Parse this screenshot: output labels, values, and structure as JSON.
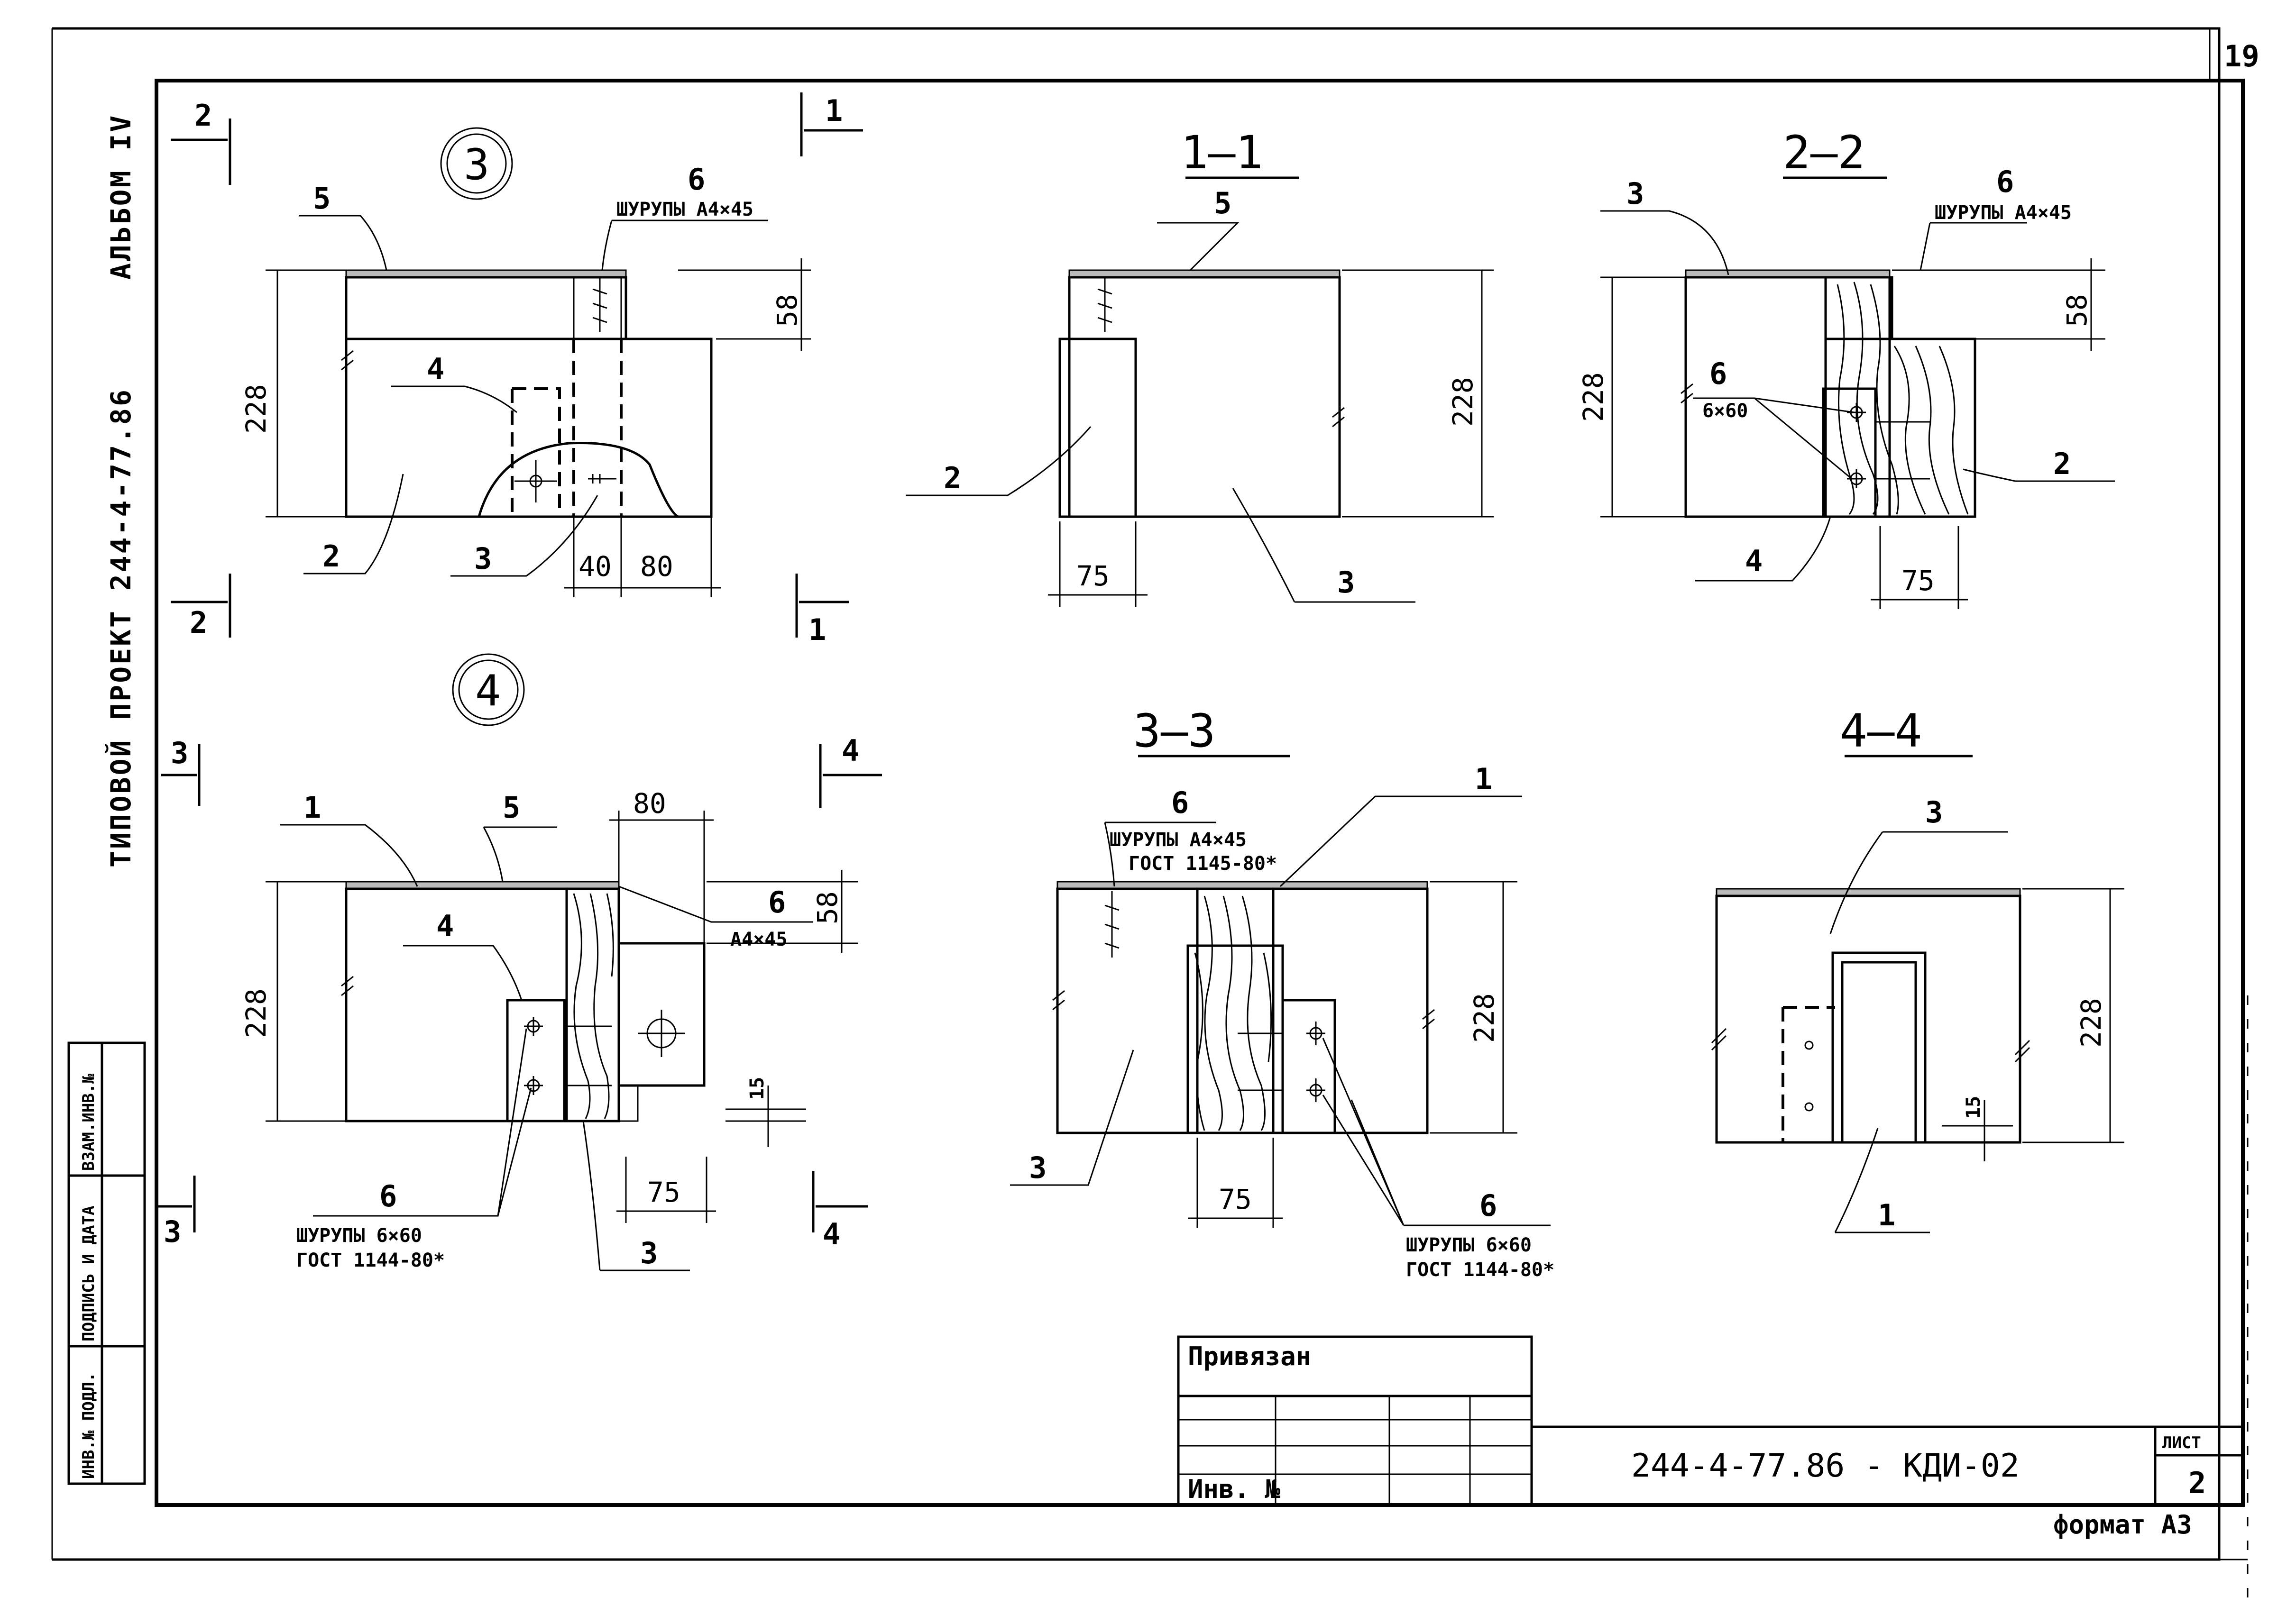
{
  "sheet": {
    "sheet_number": "19",
    "side_title": {
      "album": "АЛЬБОМ IV",
      "project": "ТИПОВОЙ ПРОЕКТ 244-4-77.86"
    },
    "left_strip": {
      "cell1": "ВЗАМ.ИНВ.№",
      "cell2": "ПОДПИСЬ И ДАТА",
      "cell3": "ИНВ.№ ПОДЛ."
    }
  },
  "views": {
    "node3": {
      "circle": "3",
      "section_marks": [
        "2",
        "2",
        "1",
        "1"
      ],
      "labels": {
        "l5": "5",
        "l6": "6",
        "l6_note": "ШУРУПЫ А4×45",
        "l4": "4",
        "l2": "2",
        "l3": "3"
      },
      "dims": {
        "h": "228",
        "top": "58",
        "d40": "40",
        "d80": "80"
      }
    },
    "sec11": {
      "title": "1—1",
      "labels": {
        "l5": "5",
        "l2": "2",
        "l3": "3"
      },
      "dims": {
        "h": "228",
        "w": "75"
      }
    },
    "sec22": {
      "title": "2—2",
      "labels": {
        "l3": "3",
        "l6": "6",
        "l6_note": "ШУРУПЫ А4×45",
        "l6b": "6",
        "l6b_note": "6×60",
        "l2": "2",
        "l4": "4"
      },
      "dims": {
        "h": "228",
        "top": "58",
        "w": "75"
      }
    },
    "node4": {
      "circle": "4",
      "section_marks": [
        "3",
        "3",
        "4",
        "4"
      ],
      "labels": {
        "l1": "1",
        "l5": "5",
        "l4": "4",
        "l6": "6",
        "l6_note": "А4×45",
        "l6b": "6",
        "l6b_note1": "ШУРУПЫ 6×60",
        "l6b_note2": "ГОСТ 1144-80*",
        "l3": "3"
      },
      "dims": {
        "h": "228",
        "top": "58",
        "w80": "80",
        "w75": "75",
        "d15": "15"
      }
    },
    "sec33": {
      "title": "3—3",
      "labels": {
        "l6": "6",
        "l6_note1": "ШУРУПЫ А4×45",
        "l6_note2": "ГОСТ 1145-80*",
        "l1": "1",
        "l3": "3",
        "l6b": "6",
        "l6b_note1": "ШУРУПЫ 6×60",
        "l6b_note2": "ГОСТ 1144-80*"
      },
      "dims": {
        "h": "228",
        "w": "75"
      }
    },
    "sec44": {
      "title": "4—4",
      "labels": {
        "l3": "3",
        "l1": "1"
      },
      "dims": {
        "h": "228",
        "d15": "15"
      }
    }
  },
  "stamp": {
    "privyazan": "Привязан",
    "inv": "Инв. №",
    "code": "244-4-77.86 - КДИ-02",
    "list_label": "ЛИСТ",
    "list_value": "2",
    "format": "формат А3"
  }
}
